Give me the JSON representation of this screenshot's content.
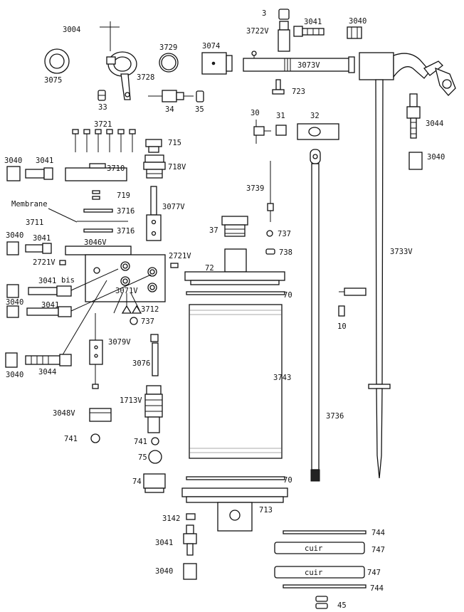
{
  "title": "",
  "labels": {
    "p3": "3",
    "p3004": "3004",
    "p3722v": "3722V",
    "p3041a": "3041",
    "p3040a": "3040",
    "p3075": "3075",
    "p3729": "3729",
    "p3074": "3074",
    "p3728": "3728",
    "p3073v": "3073V",
    "p723": "723",
    "p33": "33",
    "p34": "34",
    "p35": "35",
    "p30": "30",
    "p31": "31",
    "p32": "32",
    "p3044a": "3044",
    "p3040b": "3040",
    "p3721": "3721",
    "p715": "715",
    "p3040c": "3040",
    "p3041b": "3041",
    "p3710": "3710",
    "p718v": "718V",
    "p719": "719",
    "membrane": "Membrane",
    "p3739": "3739",
    "p3716a": "3716",
    "p3711": "3711",
    "p3077v": "3077V",
    "p3716b": "3716",
    "p37": "37",
    "p737a": "737",
    "p3040d": "3040",
    "p3041c": "3041",
    "p3046v": "3046V",
    "p738": "738",
    "p3733v": "3733V",
    "p2721va": "2721V",
    "p2721vb": "2721V",
    "p72": "72",
    "p3041bis": "3041",
    "bis": "bis",
    "p3040e": "3040",
    "p3071v": "3071V",
    "p70a": "70",
    "p3041d": "3041",
    "p3712": "3712",
    "p10": "10",
    "p737b": "737",
    "p3079v": "3079V",
    "p3076": "3076",
    "p3743": "3743",
    "p3040f": "3040",
    "p3044b": "3044",
    "p1713v": "1713V",
    "p3736": "3736",
    "p3048v": "3048V",
    "p741a": "741",
    "p741b": "741",
    "p75": "75",
    "p74": "74",
    "p70b": "70",
    "p713": "713",
    "p3142": "3142",
    "p3041e": "3041",
    "p744a": "744",
    "cuir1": "cuir",
    "p747a": "747",
    "p3040g": "3040",
    "cuir2": "cuir",
    "p747b": "747",
    "p744b": "744",
    "p45": "45"
  }
}
